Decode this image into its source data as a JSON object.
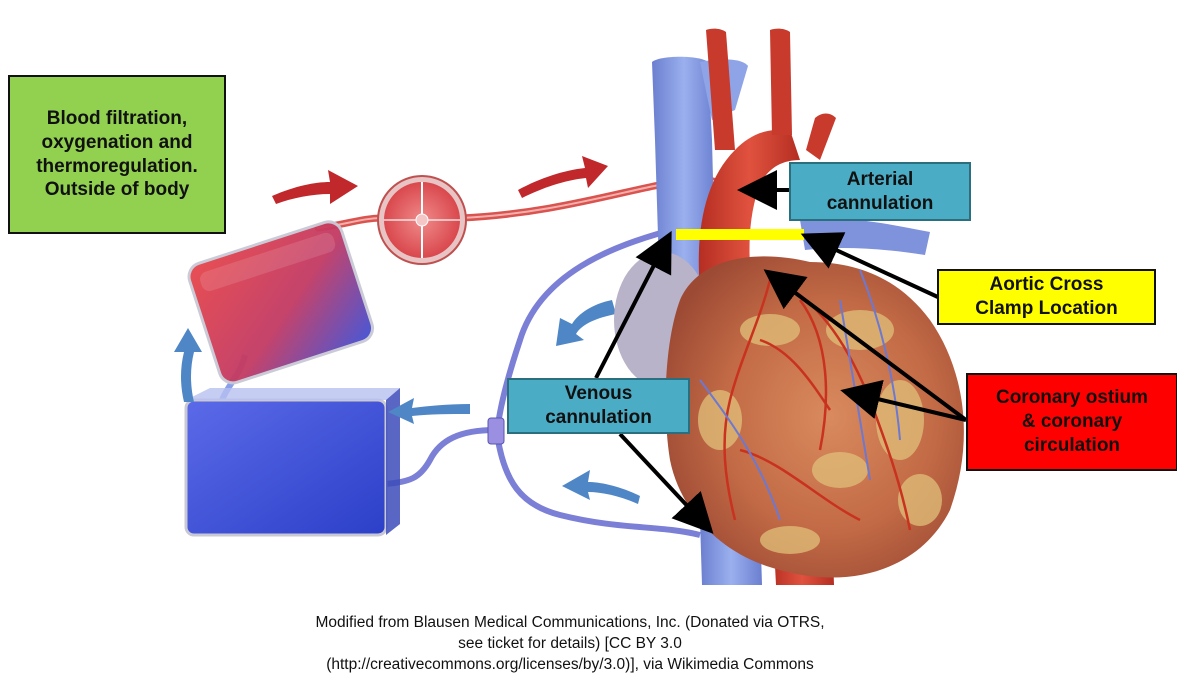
{
  "labels": {
    "filtration": "Blood filtration,\noxygenation and\nthermoregulation.\nOutside of body",
    "arterial": "Arterial\ncannulation",
    "venous": "Venous\ncannulation",
    "clamp": "Aortic Cross\nClamp Location",
    "coronary": "Coronary ostium\n& coronary\ncirculation"
  },
  "credit": {
    "line1": "Modified from Blausen Medical Communications, Inc. (Donated via OTRS,",
    "line2": "see ticket for details) [CC BY 3.0",
    "line3": "(http://creativecommons.org/licenses/by/3.0)], via Wikimedia Commons"
  },
  "colors": {
    "filtration_box": "#92d050",
    "cannulation_box": "#4bacc6",
    "clamp_box": "#ffff00",
    "coronary_box": "#ff0000",
    "clamp_bar": "#ffff00",
    "arterial_tube": "#d9534f",
    "venous_tube": "#7b7fd6",
    "flow_arrow_red": "#c0282b",
    "flow_arrow_blue": "#4f86c6"
  }
}
